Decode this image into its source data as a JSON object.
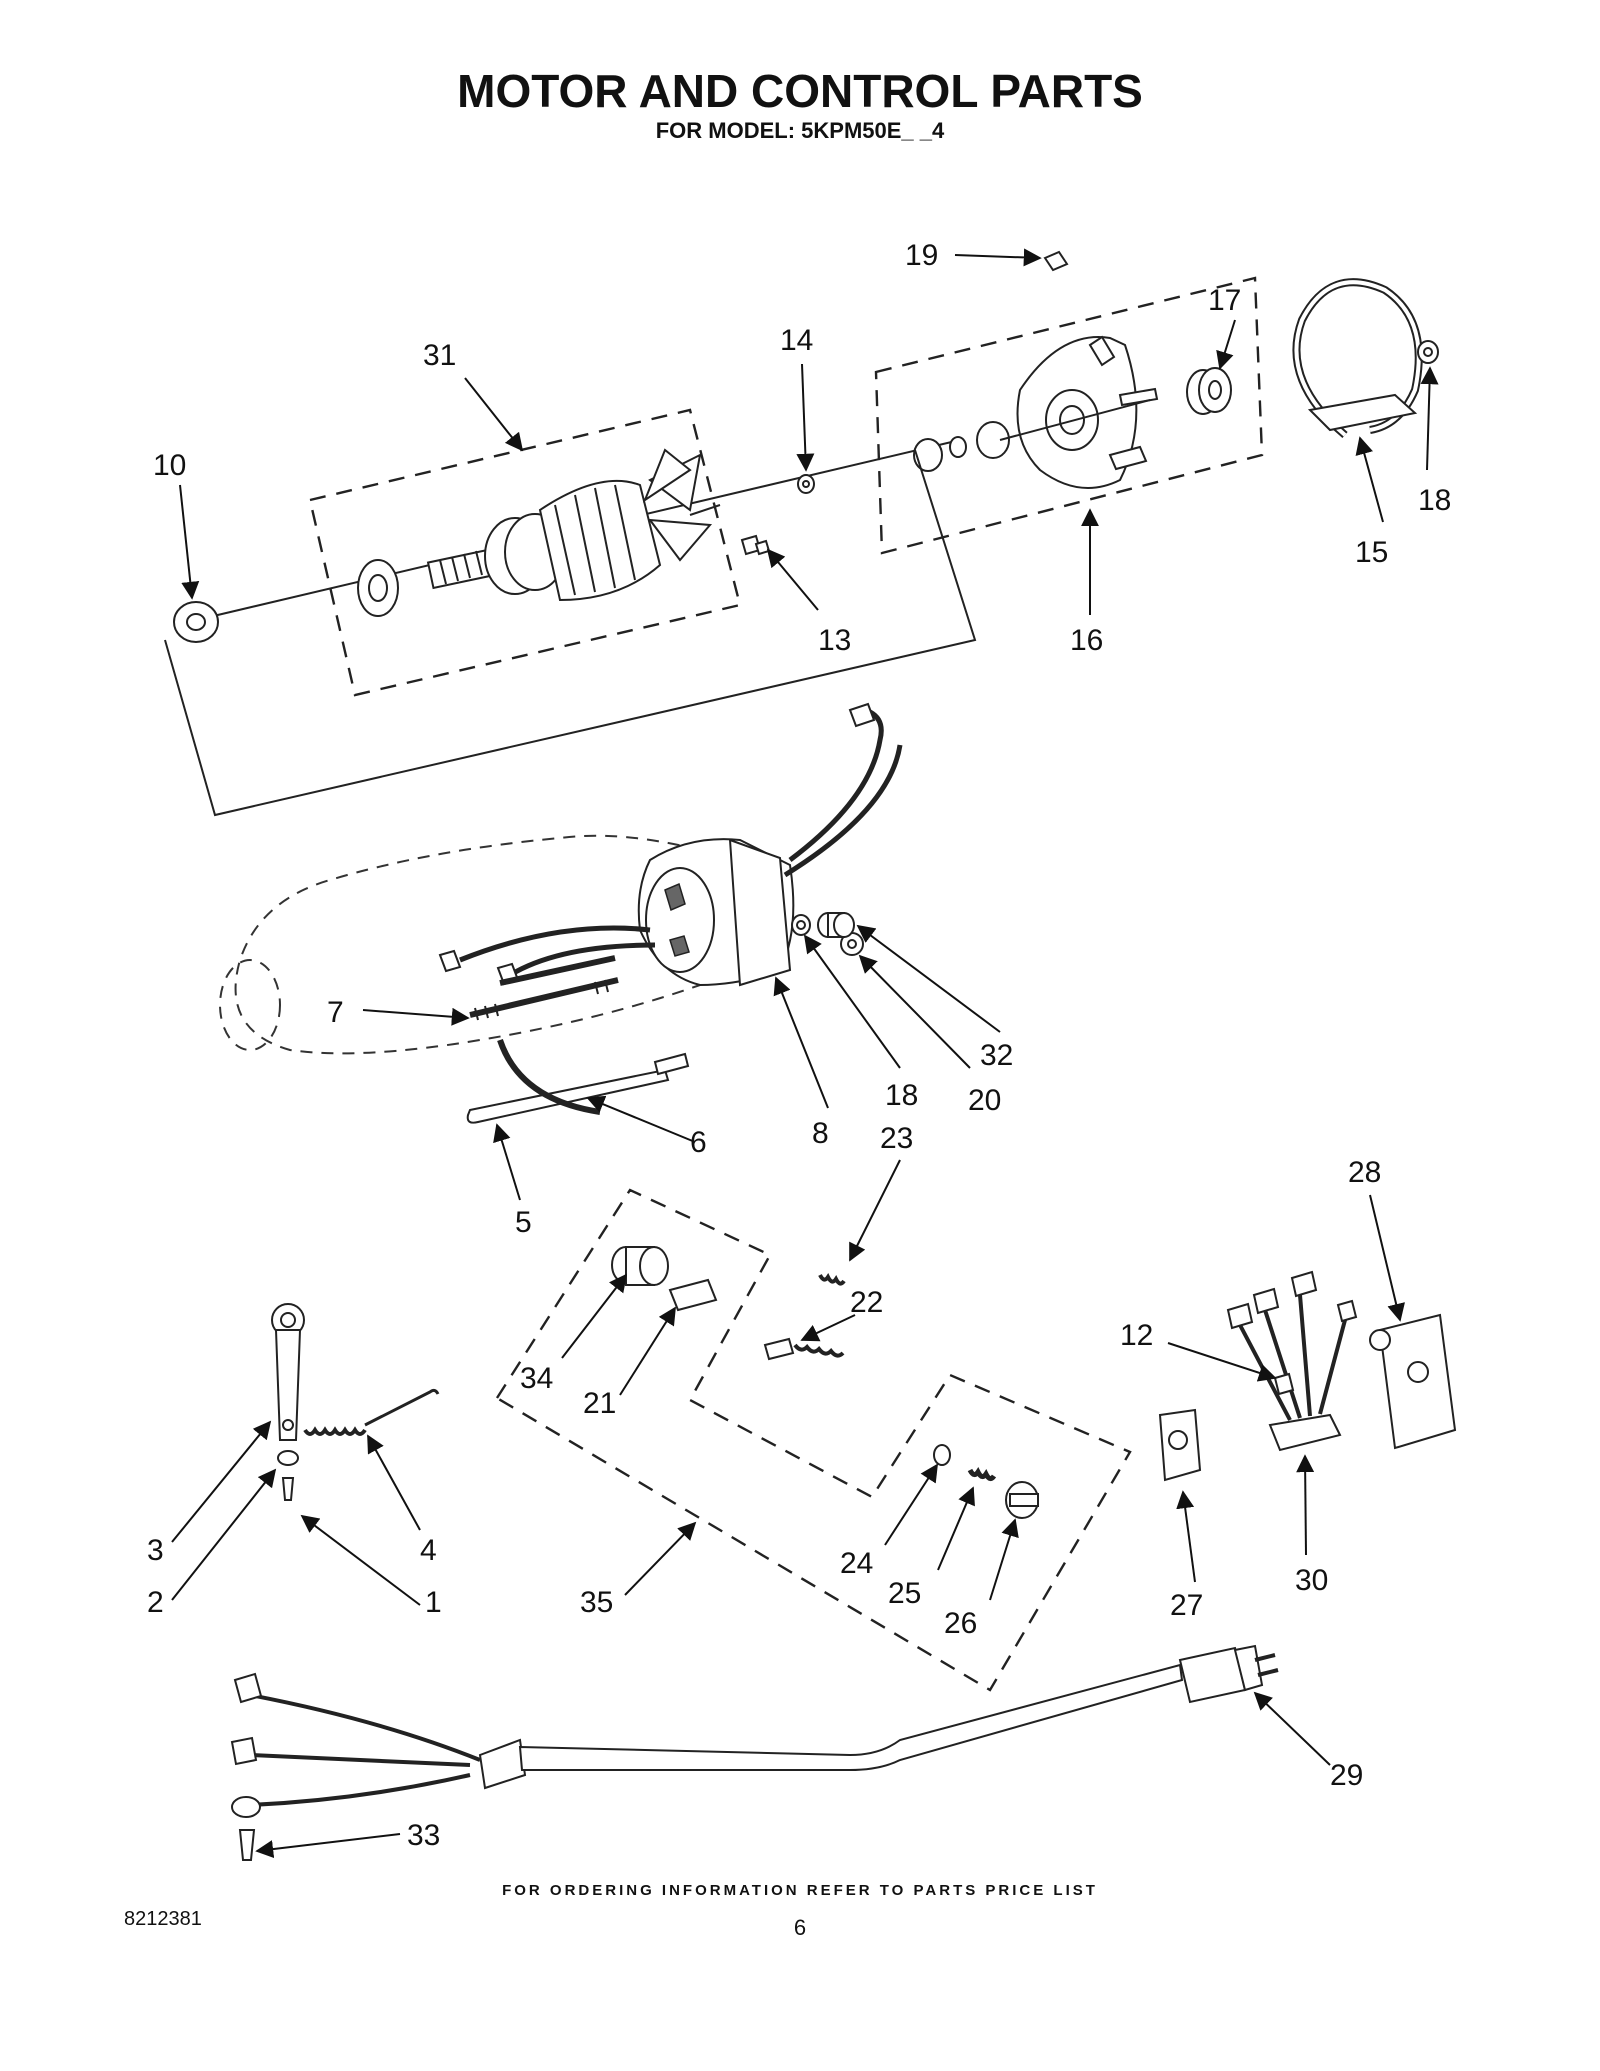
{
  "header": {
    "title": "MOTOR AND CONTROL PARTS",
    "subtitle": "FOR MODEL: 5KPM50E_ _4"
  },
  "callouts": {
    "c1": "1",
    "c2": "2",
    "c3": "3",
    "c4": "4",
    "c5": "5",
    "c6": "6",
    "c7": "7",
    "c8": "8",
    "c10": "10",
    "c12": "12",
    "c13": "13",
    "c14": "14",
    "c15": "15",
    "c16": "16",
    "c17": "17",
    "c18a": "18",
    "c18b": "18",
    "c19": "19",
    "c20": "20",
    "c21": "21",
    "c22": "22",
    "c23": "23",
    "c24": "24",
    "c25": "25",
    "c26": "26",
    "c27": "27",
    "c28": "28",
    "c29": "29",
    "c30": "30",
    "c31": "31",
    "c32": "32",
    "c33": "33",
    "c34": "34",
    "c35": "35"
  },
  "footer": {
    "ordering_note": "FOR ORDERING INFORMATION REFER TO PARTS PRICE LIST",
    "document_number": "8212381",
    "page_number": "6"
  }
}
